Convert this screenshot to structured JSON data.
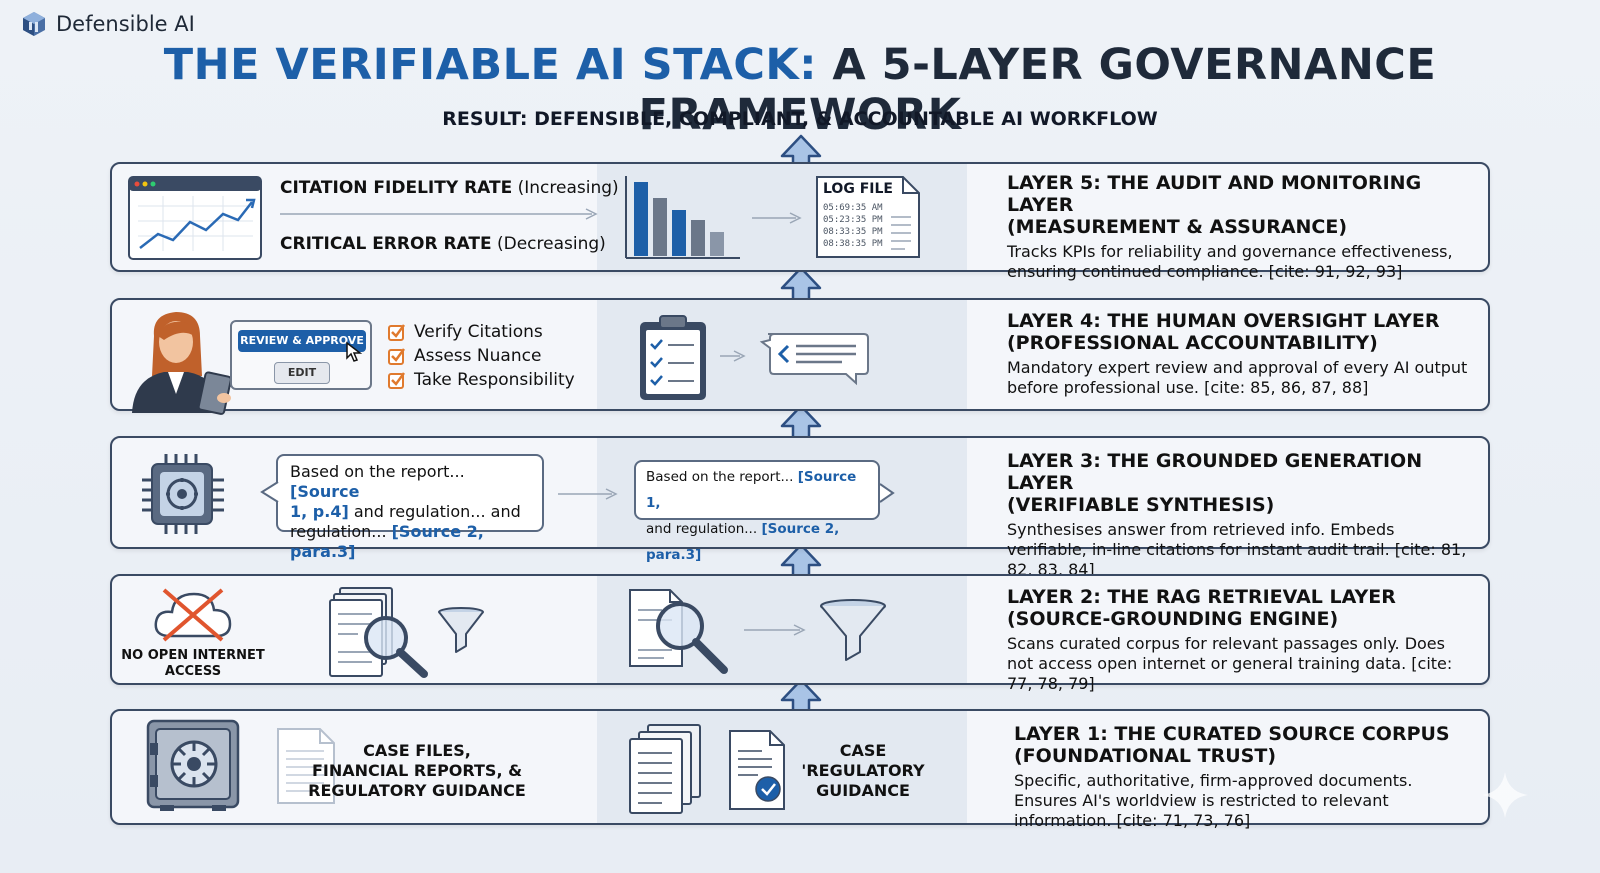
{
  "brand": {
    "name": "Defensible AI"
  },
  "title": {
    "part1": "THE VERIFIABLE AI STACK:",
    "part2": "A 5-LAYER GOVERNANCE FRAMEWORK"
  },
  "result": "RESULT: DEFENSIBLE, COMPLIANT, & ACCOUNTABLE AI WORKFLOW",
  "colors": {
    "accent": "#1d5fa8",
    "border": "#3a4a63",
    "check": "#e07a2e"
  },
  "layer5": {
    "title": "LAYER 5: THE AUDIT AND MONITORING LAYER",
    "subtitle": "(MEASUREMENT & ASSURANCE)",
    "desc": "Tracks KPIs for reliability and governance effectiveness, ensuring continued compliance. [cite: 91, 92, 93]",
    "kpi1_bold": "CITATION FIDELITY RATE",
    "kpi1_rest": " (Increasing)",
    "kpi2_bold": "CRITICAL ERROR RATE",
    "kpi2_rest": " (Decreasing)",
    "log_title": "LOG FILE",
    "log_times": [
      "05:69:35 AM",
      "05:23:35 PM",
      "08:33:35 PM",
      "08:38:35 PM"
    ],
    "icons": [
      "line-chart-icon",
      "bar-chart-icon",
      "log-file-icon"
    ]
  },
  "layer4": {
    "title": "LAYER 4: THE HUMAN OVERSIGHT LAYER",
    "subtitle": "(PROFESSIONAL ACCOUNTABILITY)",
    "desc": "Mandatory expert review and approval of every AI output before professional use. [cite: 85, 86, 87, 88]",
    "review_button": "REVIEW & APPROVE",
    "edit_button": "EDIT",
    "checklist": [
      "Verify Citations",
      "Assess Nuance",
      "Take Responsibility"
    ],
    "icons": [
      "reviewer-person-icon",
      "clipboard-checklist-icon",
      "chat-bubble-icon"
    ]
  },
  "layer3": {
    "title": "LAYER 3: THE GROUNDED GENERATION LAYER",
    "subtitle": "(VERIFIABLE SYNTHESIS)",
    "desc": "Synthesises answer from retrieved info. Embeds verifiable, in-line citations for instant audit trail. [cite: 81, 82, 83, 84]",
    "bubble1": {
      "line1_plain": "Based on the report... ",
      "line1_cite": "[Source",
      "line2_cite": "1, p.4]",
      "line2_plain": " and regulation... and",
      "line3_plain": "regulation... ",
      "line3_cite": "[Source 2, para.3]"
    },
    "bubble2": {
      "line1_plain": "Based on the report... ",
      "line1_cite": "[Source 1,",
      "line2_plain": "and regulation... ",
      "line2_cite": "[Source 2, para.3]"
    },
    "icons": [
      "ai-chip-icon"
    ]
  },
  "layer2": {
    "title": "LAYER 2: THE RAG RETRIEVAL LAYER",
    "subtitle": "(SOURCE-GROUNDING ENGINE)",
    "desc": "Scans curated corpus for relevant passages only. Does not access open internet or general training data. [cite: 77, 78, 79]",
    "no_internet_line1": "NO OPEN INTERNET",
    "no_internet_line2": "ACCESS",
    "icons": [
      "no-cloud-icon",
      "document-search-icon",
      "funnel-icon"
    ]
  },
  "layer1": {
    "title": "LAYER 1: THE CURATED SOURCE CORPUS",
    "subtitle": "(FOUNDATIONAL TRUST)",
    "desc": "Specific, authoritative, firm-approved documents. Ensures AI's worldview is restricted to relevant information. [cite: 71, 73, 76]",
    "docs_line1": "CASE FILES,",
    "docs_line2": "FINANCIAL REPORTS, &",
    "docs_line3": "REGULATORY GUIDANCE",
    "docs2_line1": "CASE",
    "docs2_line2": "'REGULATORY",
    "docs2_line3": "GUIDANCE",
    "icons": [
      "vault-icon",
      "document-stack-icon",
      "verified-document-icon"
    ]
  }
}
